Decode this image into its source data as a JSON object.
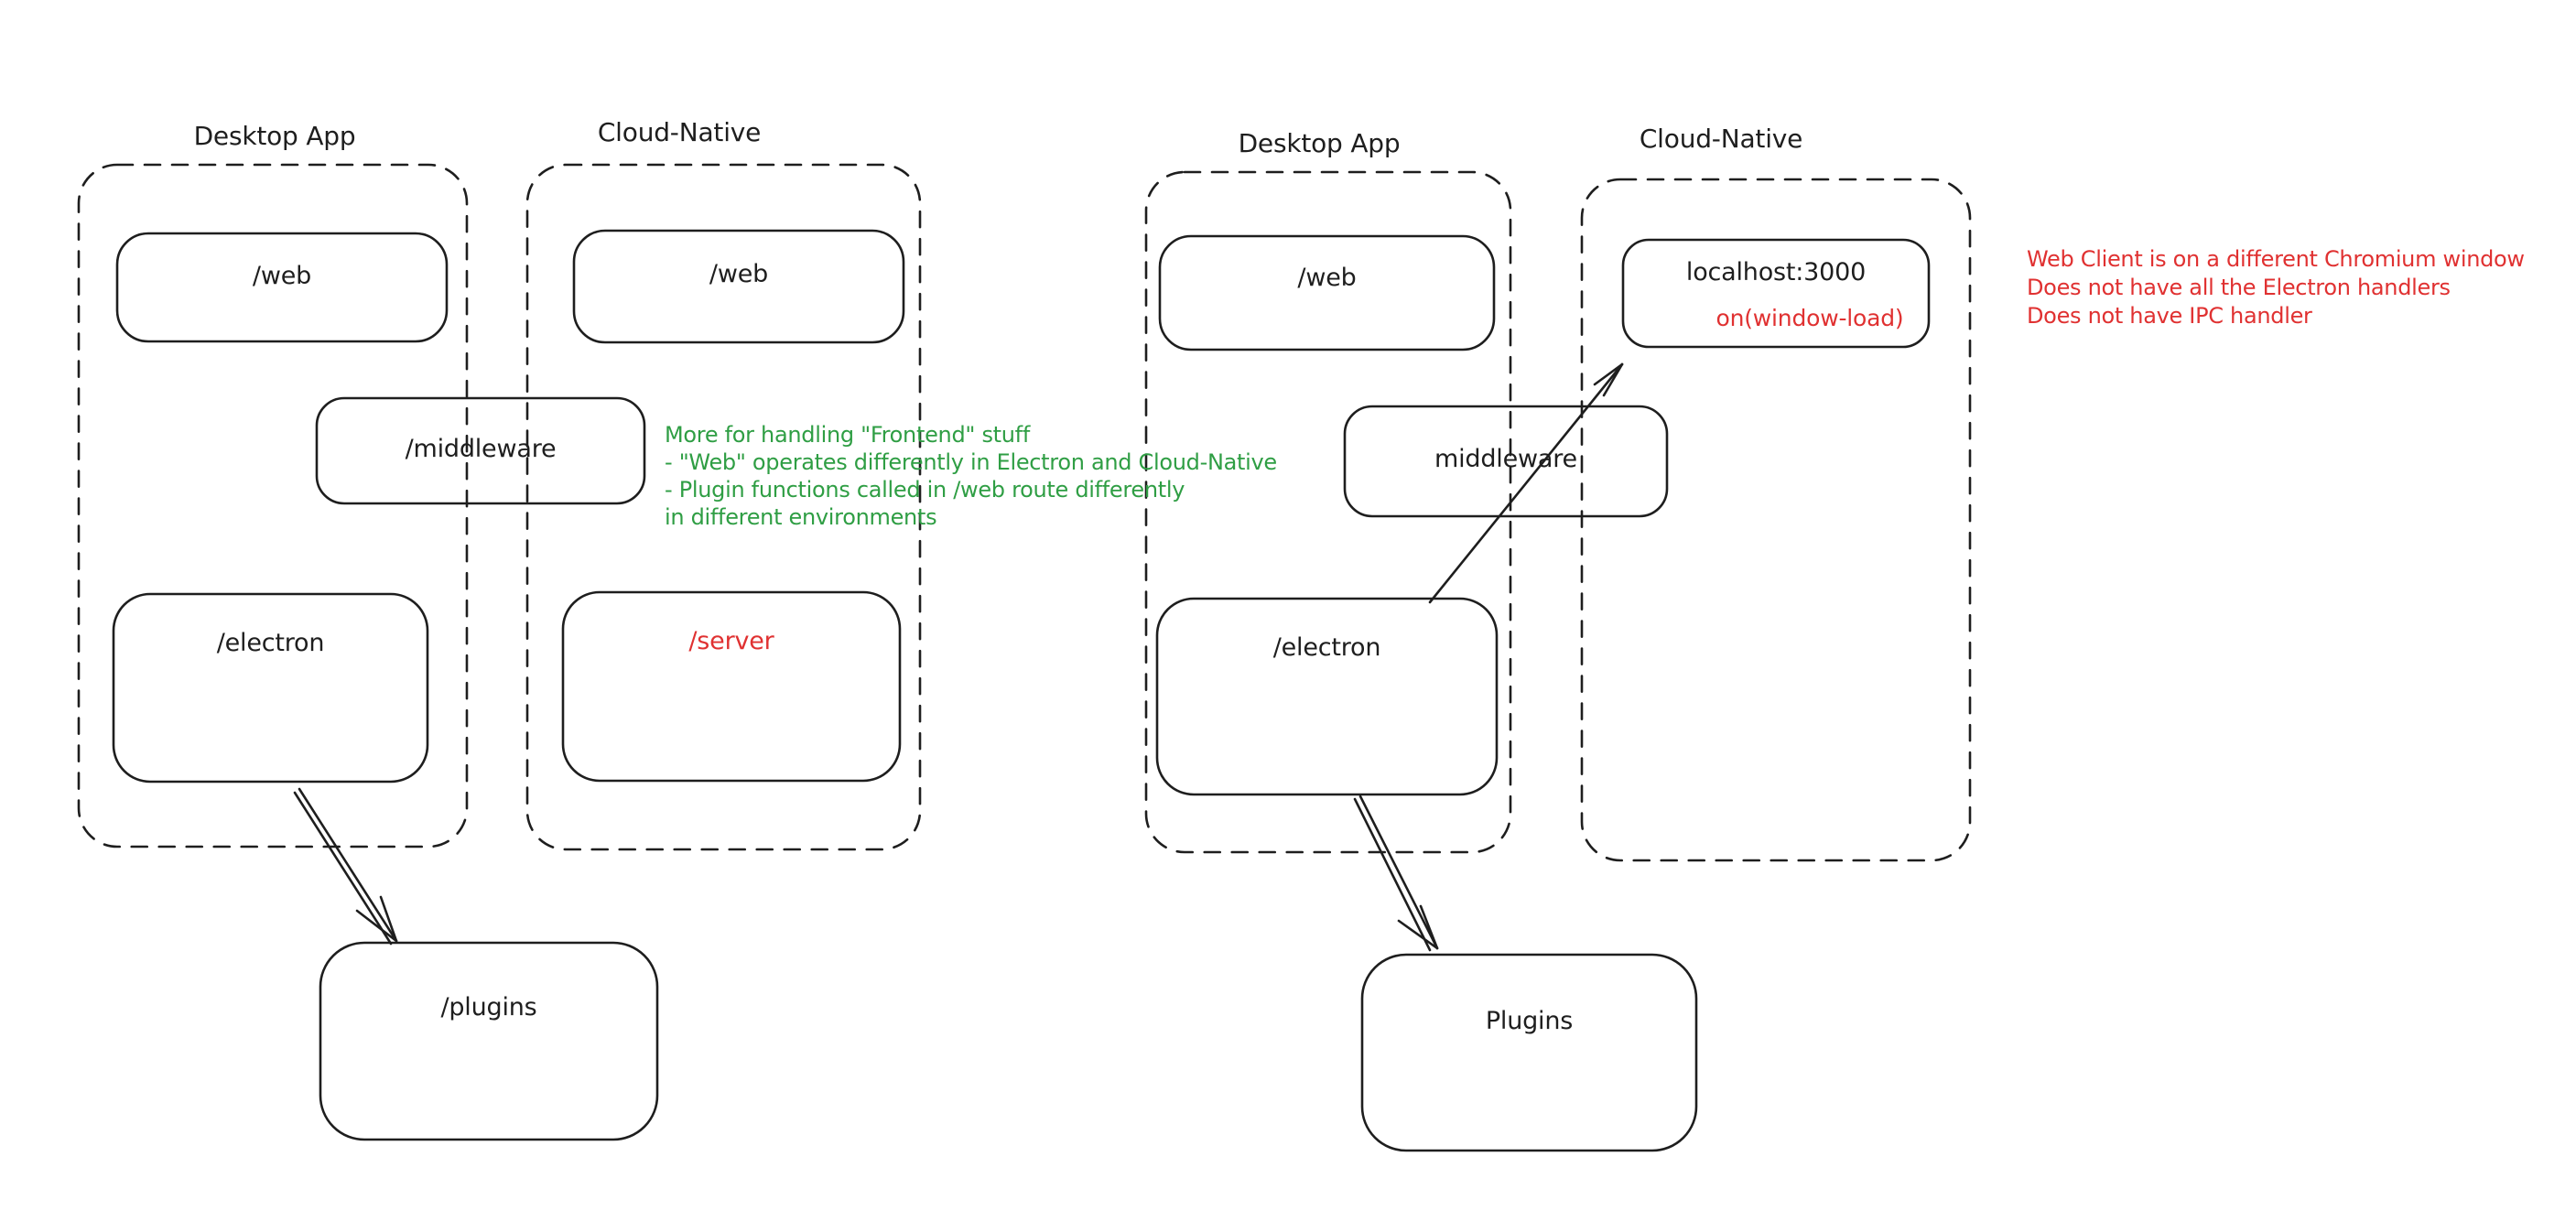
{
  "palette": {
    "ink": "#1e1e1e",
    "red": "#e03131",
    "green": "#2f9e44",
    "background": "#ffffff"
  },
  "left": {
    "group_labels": {
      "desktop": "Desktop App",
      "cloud": "Cloud-Native"
    },
    "nodes": {
      "web_desktop": "/web",
      "web_cloud": "/web",
      "middleware": "/middleware",
      "electron": "/electron",
      "server": "/server",
      "plugins": "/plugins"
    },
    "annotation": {
      "color": "#2f9e44",
      "lines": [
        "More for handling \"Frontend\" stuff",
        "- \"Web\" operates differently in Electron and Cloud-Native",
        "- Plugin functions called in /web route differently",
        "in different environments"
      ]
    }
  },
  "right": {
    "group_labels": {
      "desktop": "Desktop App",
      "cloud": "Cloud-Native"
    },
    "nodes": {
      "web_desktop": "/web",
      "localhost": "localhost:3000",
      "localhost_event": "on(window-load)",
      "middleware": "middleware",
      "electron": "/electron",
      "plugins": "Plugins"
    },
    "annotation": {
      "color": "#e03131",
      "lines": [
        "Web Client is on a different Chromium window",
        "Does not have all the Electron handlers",
        "Does not have IPC handler"
      ]
    }
  }
}
